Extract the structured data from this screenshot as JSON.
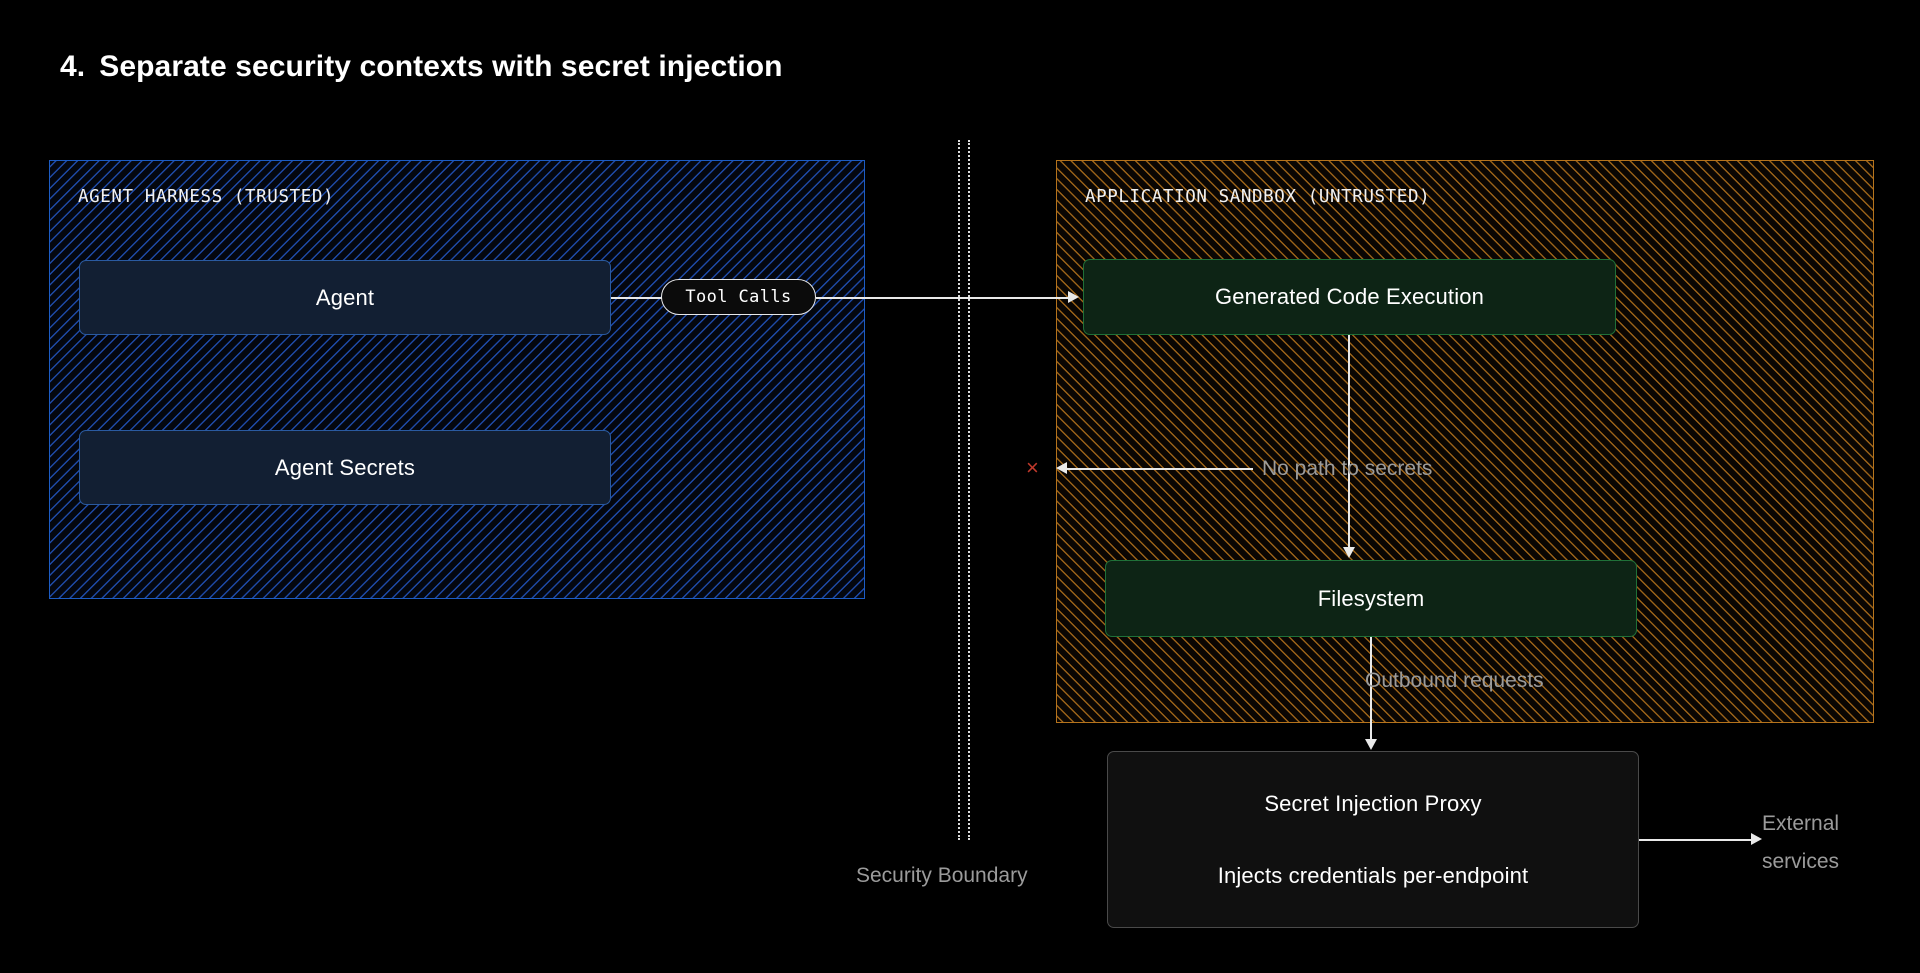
{
  "title": {
    "number": "4.",
    "text": "Separate security contexts with secret injection"
  },
  "zones": [
    {
      "id": "trusted",
      "label": "AGENT HARNESS (TRUSTED)",
      "border_color": "#1c5cc4",
      "hatch_color": "#204eb0"
    },
    {
      "id": "untrusted",
      "label": "APPLICATION SANDBOX (UNTRUSTED)",
      "border_color": "#b5731c",
      "hatch_color": "#a3681a"
    }
  ],
  "nodes": {
    "agent": "Agent",
    "agent_secrets": "Agent Secrets",
    "code_execution": "Generated Code Execution",
    "filesystem": "Filesystem",
    "proxy_title": "Secret Injection Proxy",
    "proxy_subtitle": "Injects credentials per-endpoint"
  },
  "edges": {
    "tool_calls": "Tool Calls",
    "no_path_to_secrets": "No path to secrets",
    "outbound_requests": "Outbound requests",
    "external_services": "External services"
  },
  "boundary": {
    "label": "Security Boundary"
  },
  "markers": {
    "blocked": "×",
    "blocked_color": "#c0392b"
  },
  "colors": {
    "background": "#000000",
    "text": "#ffffff",
    "muted_text": "#9b9b9b",
    "connector": "#e9e9e9",
    "node_blue_fill": "#121f33",
    "node_blue_border": "#2a5aa0",
    "node_green_fill": "#0d2415",
    "node_green_border": "#1f7038",
    "node_dark_fill": "#101010",
    "node_dark_border": "#4a4a4a"
  }
}
